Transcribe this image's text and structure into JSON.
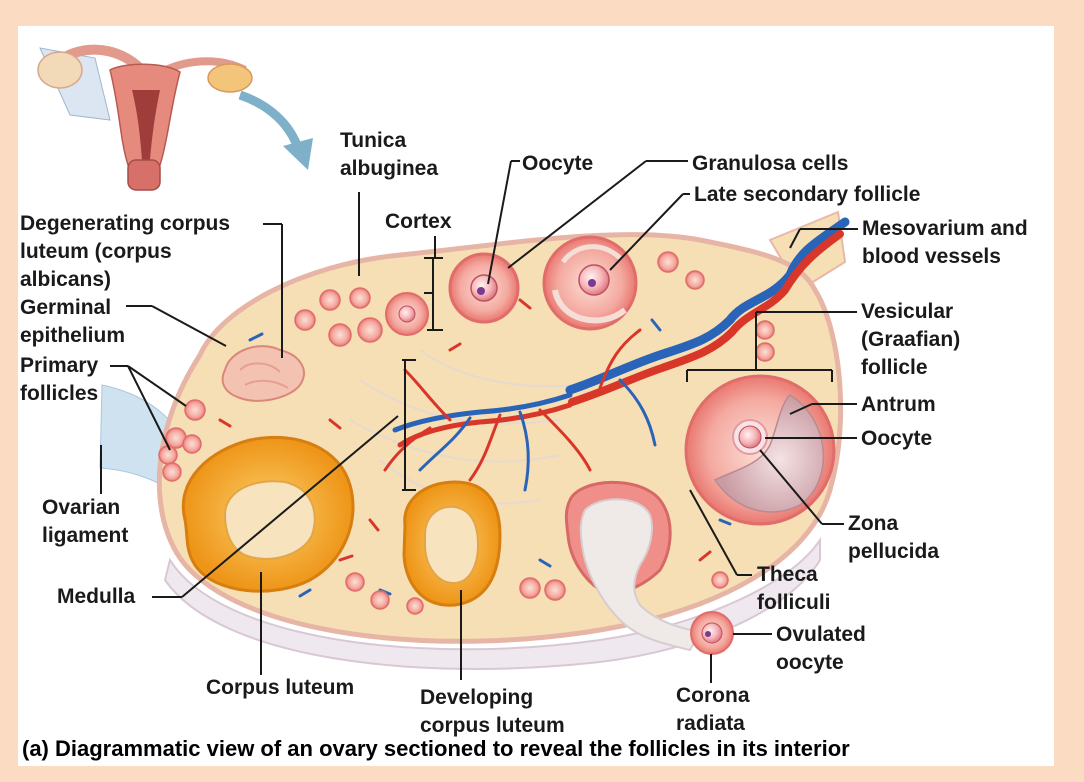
{
  "labels": {
    "tunica_albuginea": "Tunica\nalbuginea",
    "cortex": "Cortex",
    "oocyte_top": "Oocyte",
    "granulosa_cells": "Granulosa cells",
    "late_secondary_follicle": "Late secondary follicle",
    "mesovarium": "Mesovarium and\nblood vessels",
    "degenerating_corpus_luteum": "Degenerating corpus\nluteum (corpus\nalbicans)",
    "germinal_epithelium": "Germinal\nepithelium",
    "primary_follicles": "Primary\nfollicles",
    "vesicular_follicle": "Vesicular\n(Graafian)\nfollicle",
    "antrum": "Antrum",
    "oocyte_right": "Oocyte",
    "ovarian_ligament": "Ovarian\nligament",
    "zona_pellucida": "Zona\npellucida",
    "theca_folliculi": "Theca\nfolliculi",
    "medulla": "Medulla",
    "ovulated_oocyte": "Ovulated\noocyte",
    "corpus_luteum": "Corpus luteum",
    "developing_corpus_luteum": "Developing\ncorpus luteum",
    "corona_radiata": "Corona\nradiata"
  },
  "caption": "(a) Diagrammatic view of an ovary sectioned to reveal the follicles in its interior",
  "colors": {
    "frame": "#fbdcc2",
    "ovary_tissue": "#f6dfb4",
    "ovary_outline": "#e8b8a8",
    "follicle_pink": "#f08f8a",
    "corpus_luteum_orange": "#f3a21f",
    "artery_red": "#d9362a",
    "vein_blue": "#2a64b8",
    "leader_line": "#1a1a1a"
  }
}
